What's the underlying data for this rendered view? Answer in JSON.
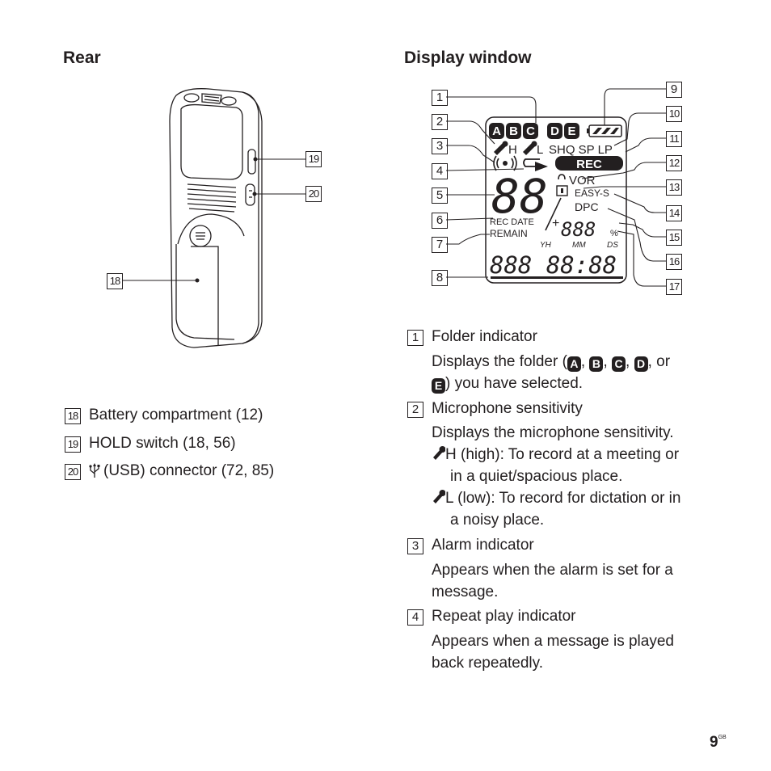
{
  "rear": {
    "heading": "Rear",
    "callouts": [
      "18",
      "19",
      "20"
    ],
    "items": [
      {
        "num": "18",
        "label": "Battery compartment (12)"
      },
      {
        "num": "19",
        "label": "HOLD switch (18, 56)"
      },
      {
        "num": "20",
        "icon": "usb-icon",
        "label": "(USB) connector (72, 85)"
      }
    ]
  },
  "display": {
    "heading": "Display window",
    "callouts": [
      "1",
      "2",
      "3",
      "4",
      "5",
      "6",
      "7",
      "8",
      "9",
      "10",
      "11",
      "12",
      "13",
      "14",
      "15",
      "16",
      "17"
    ],
    "lcd": {
      "folders": [
        "A",
        "B",
        "C",
        "D",
        "E"
      ],
      "mic_h": "H",
      "mic_l": "L",
      "modes": "SHQ SP LP",
      "rec": "REC",
      "vor": "VOR",
      "easy_s": "EASY-S",
      "dpc": "DPC",
      "rec_date": "REC DATE",
      "remain": "REMAIN",
      "yh": "YH",
      "mm": "MM",
      "ds": "DS",
      "big_digits": "88",
      "percent": "%",
      "small_digits": "888",
      "clock_digits": "888 88:88"
    }
  },
  "descriptions": [
    {
      "num": "1",
      "title": "Folder indicator",
      "line1_pre": "Displays the folder (",
      "sep": ", ",
      "or": ", or",
      "line2_post": ") you have selected.",
      "folder_icons": [
        "A",
        "B",
        "C",
        "D",
        "E"
      ]
    },
    {
      "num": "2",
      "title": "Microphone sensitivity",
      "body": "Displays the microphone sensitivity.",
      "high_label": "H",
      "high_text1": "(high): To record at a meeting or",
      "high_text2": "in a quiet/spacious place.",
      "low_label": "L",
      "low_text1": "(low): To record for dictation or in",
      "low_text2": "a noisy place."
    },
    {
      "num": "3",
      "title": "Alarm indicator",
      "body1": "Appears when the alarm is set for a",
      "body2": "message."
    },
    {
      "num": "4",
      "title": "Repeat play indicator",
      "body1": "Appears when a message is played",
      "body2": "back repeatedly."
    }
  ],
  "page": {
    "number": "9",
    "suffix": "GB"
  }
}
